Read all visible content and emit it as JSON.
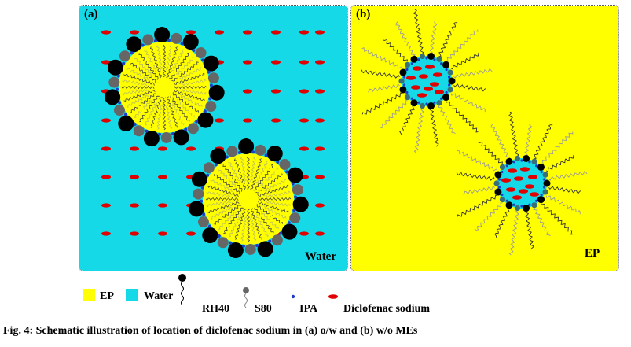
{
  "panel_a": {
    "label": "(a)",
    "medium_label": "Water",
    "background": "#15d9e6",
    "droplet_fill": "#ffff00"
  },
  "panel_b": {
    "label": "(b)",
    "medium_label": "EP",
    "background": "#ffff00",
    "droplet_fill": "#15d9e6"
  },
  "legend": {
    "ep": {
      "label": "EP",
      "color": "#ffff00"
    },
    "water": {
      "label": "Water",
      "color": "#15d9e6"
    },
    "rh40": {
      "label": "RH40",
      "head_color": "#000000"
    },
    "s80": {
      "label": "S80",
      "head_color": "#666666"
    },
    "ipa": {
      "label": "IPA",
      "color": "#1e3cc8"
    },
    "drug": {
      "label": "Diclofenac sodium",
      "color": "#e00000"
    }
  },
  "caption": "Fig. 4: Schematic illustration of location of diclofenac sodium in (a) o/w and (b) w/o MEs"
}
